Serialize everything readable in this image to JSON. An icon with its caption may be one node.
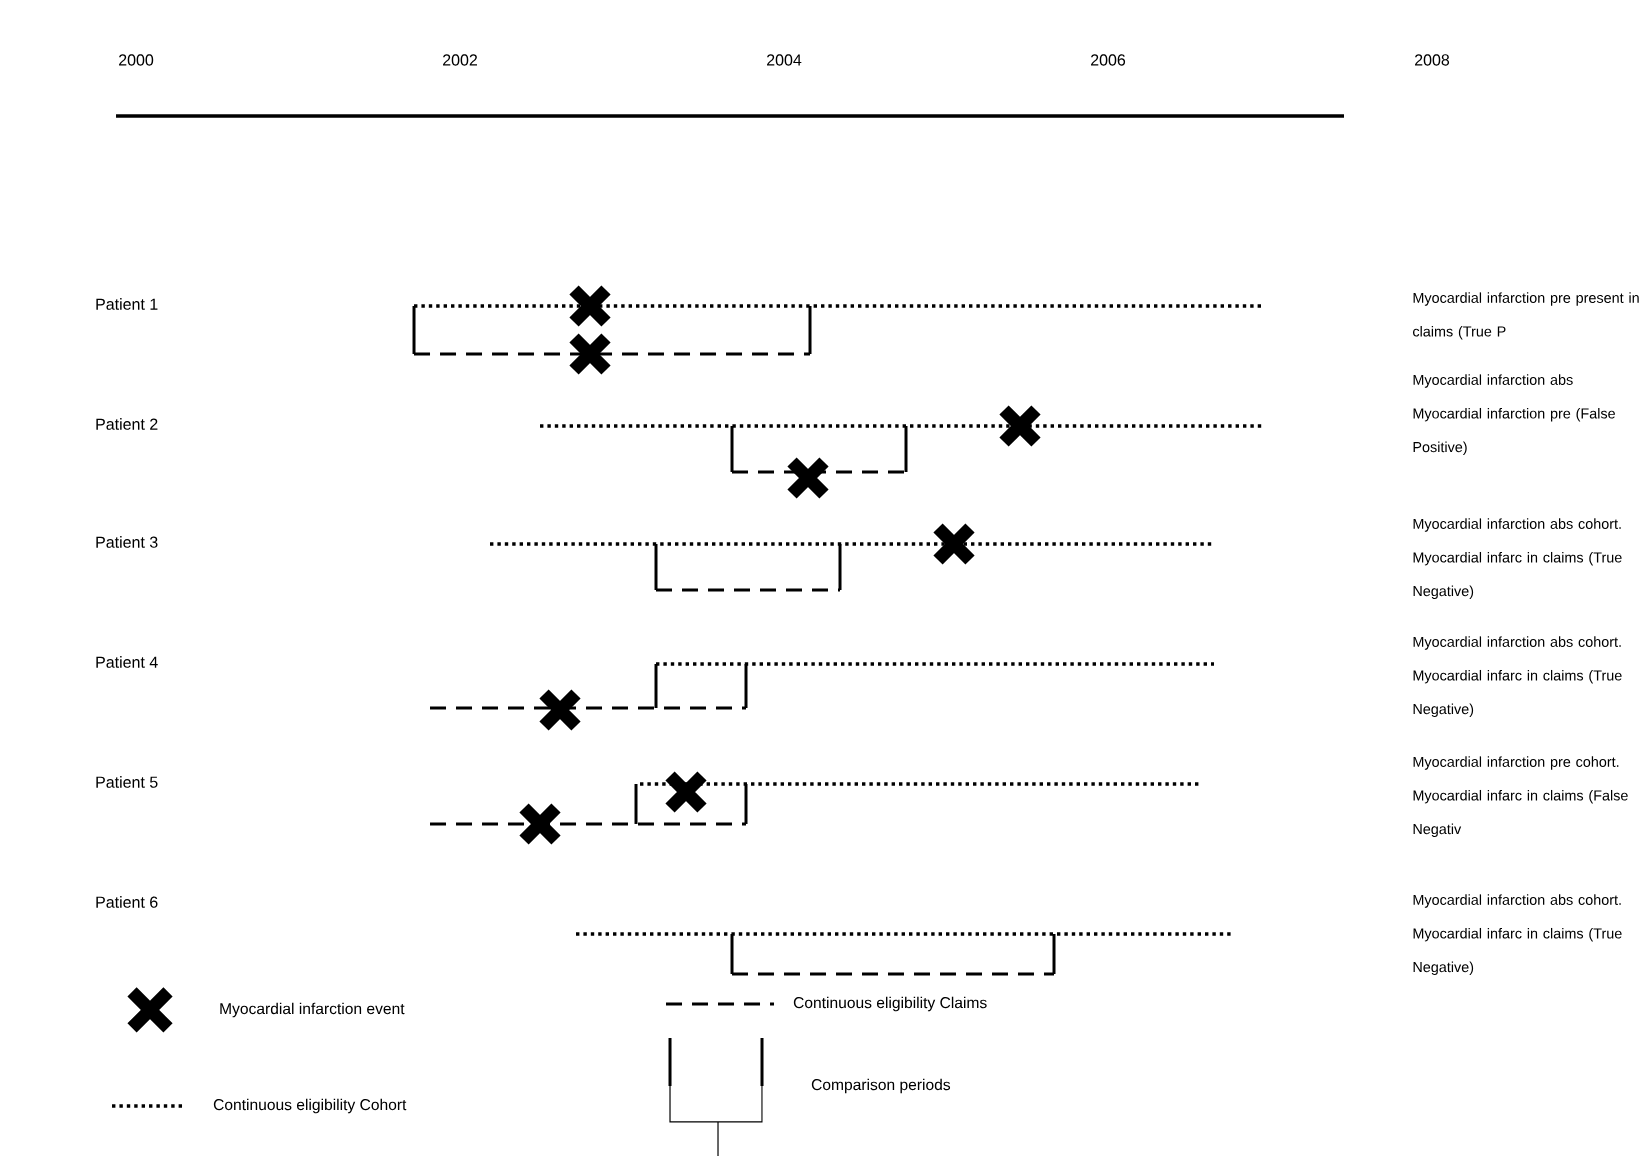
{
  "diagram": {
    "labels": [
      "2000",
      "2002",
      "2004",
      "2006",
      "2008",
      "Patient 1",
      "Patient 2",
      "Patient 3",
      "Patient 4",
      "Patient 5",
      "Patient 6",
      "Myocardial infarction pre present in claims (True P",
      "Myocardial infarction abs Myocardial infarction pre (False Positive)",
      "Myocardial infarction abs cohort. Myocardial infarc in claims (True Negative)",
      "Myocardial infarction abs cohort. Myocardial infarc in claims (True Negative)",
      "Myocardial infarction pre cohort. Myocardial infarc in claims (False Negativ",
      "Myocardial infarction abs cohort. Myocardial infarc in claims (True Negative)"
    ],
    "legend": [
      {
        "text": "Myocardial infarction event"
      },
      {
        "text": "Continuous eligibility Claims"
      },
      {
        "text": "Comparison periods"
      },
      {
        "text": "Continuous eligibility Cohort"
      }
    ]
  }
}
